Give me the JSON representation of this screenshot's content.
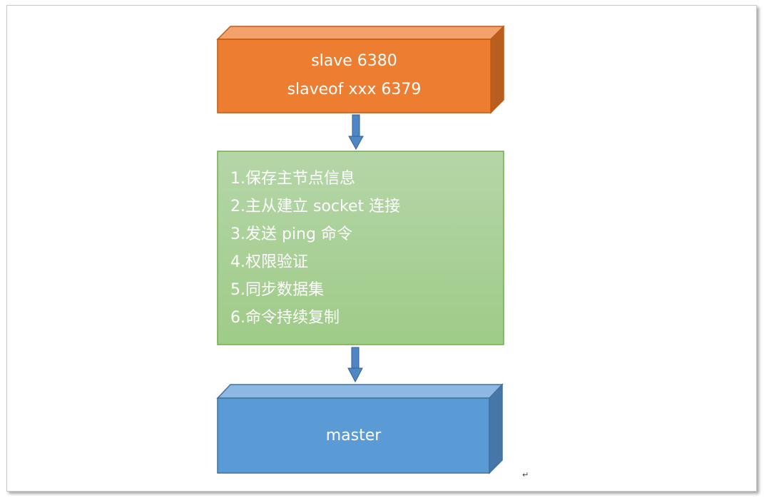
{
  "slave_box": {
    "line1": "slave 6380",
    "line2": "slaveof xxx 6379",
    "fill": "#ED7D31",
    "top_fill": "#F4A26B",
    "side_fill": "#B85E1E",
    "border": "#C05A14"
  },
  "process_box": {
    "steps": [
      "1.保存主节点信息",
      "2.主从建立 socket 连接",
      "3.发送 ping 命令",
      "4.权限验证",
      "5.同步数据集",
      "6.命令持续复制"
    ],
    "fill_top": "#B5D6A8",
    "fill_bottom": "#9FCB88",
    "border": "#70AD47"
  },
  "master_box": {
    "label": "master",
    "fill": "#5B9BD5",
    "top_fill": "#8DB8E3",
    "side_fill": "#4677A8",
    "border": "#41719C"
  },
  "arrow_color": "#4F87C4",
  "paragraph_mark": "↵"
}
